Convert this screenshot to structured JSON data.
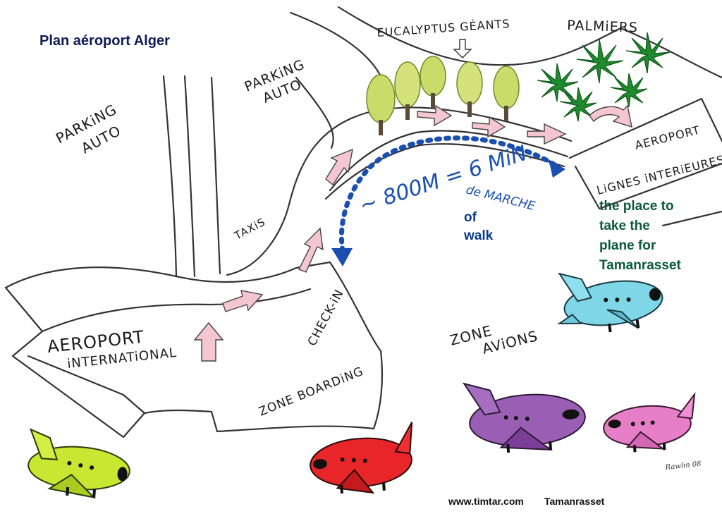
{
  "map": {
    "title": "Plan aéroport Alger",
    "labels": {
      "parking_left_1": "PARKiNG",
      "parking_left_2": "AUTO",
      "parking_mid_1": "PARKiNG",
      "parking_mid_2": "AUTO",
      "eucalyptus": "EUCALYPTUS GÉANTS",
      "palmiers": "PALMiERS",
      "taxis": "TAXiS",
      "terminal_int_1": "AEROPORT",
      "terminal_int_2": "iNTERNATiONAL",
      "checkin": "CHECK-iN",
      "zone_boarding": "ZONE BOARDiNG",
      "zone_avions_1": "ZONE",
      "zone_avions_2": "AViONS",
      "terminal_dom_1": "AEROPORT",
      "terminal_dom_2": "LiGNES iNTERiEURES"
    },
    "walk_note": {
      "distance": "~ 800M = 6 MiN.",
      "marche": "de MARCHE",
      "english": "of",
      "english_2": "walk"
    },
    "domestic_note": {
      "line1": "the place to",
      "line2": "take the",
      "line3": "plane for",
      "line4": "Tamanrasset"
    },
    "footer": {
      "site": "www.timtar.com",
      "place": "Tamanrasset"
    },
    "signature": "Rawlin 08",
    "colors": {
      "walk_path": "#1a4fb0",
      "arrows": "#f4c6d0",
      "eucalyptus": "#c9dc6a",
      "palm": "#1f8a2e",
      "plane_cyan": "#7fd6e6",
      "plane_purple": "#9a5fb5",
      "plane_pink": "#e77fc8",
      "plane_red": "#e8262a",
      "plane_yellow": "#c8e632"
    },
    "icons": [
      "eucalyptus-tree-icon",
      "palm-tree-icon",
      "airplane-icon",
      "arrow-icon"
    ]
  }
}
